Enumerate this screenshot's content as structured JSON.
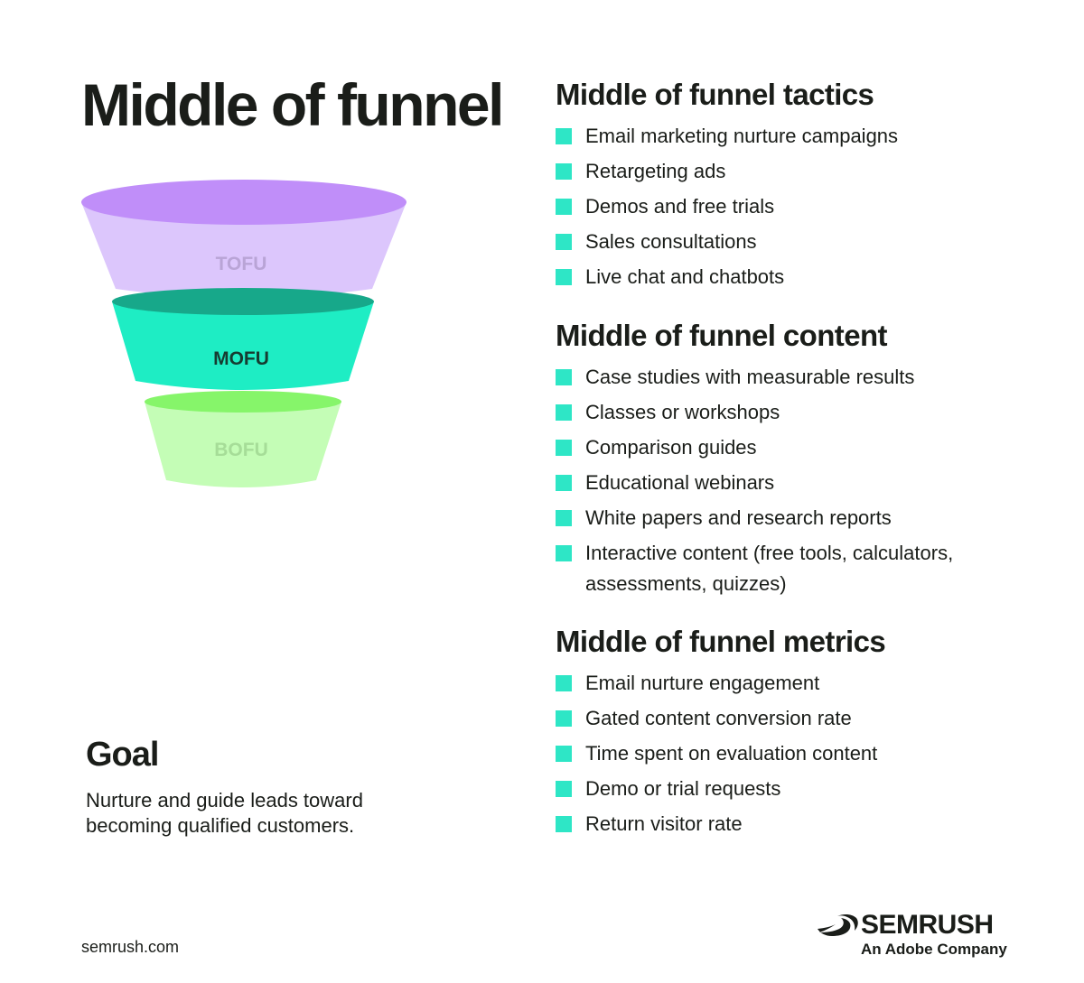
{
  "title": "Middle of funnel",
  "funnel": {
    "tofu": "TOFU",
    "mofu": "MOFU",
    "bofu": "BOFU",
    "colors": {
      "tofu_top": "#c08ef9",
      "tofu_body": "#dcc6fc",
      "mofu_top": "#17a88a",
      "mofu_body": "#1eedc4",
      "bofu_top": "#86f56a",
      "bofu_body": "#c4fdb6"
    }
  },
  "goal": {
    "title": "Goal",
    "text": "Nurture and guide leads toward becoming qualified customers."
  },
  "bullet_color": "#2ee6c6",
  "sections": [
    {
      "title": "Middle of funnel tactics",
      "items": [
        "Email marketing nurture campaigns",
        "Retargeting ads",
        "Demos and free trials",
        "Sales consultations",
        "Live chat and chatbots"
      ]
    },
    {
      "title": "Middle of funnel content",
      "items": [
        "Case studies with measurable results",
        "Classes or workshops",
        "Comparison guides",
        "Educational webinars",
        "White papers and research reports",
        "Interactive content (free tools, calculators, assessments, quizzes)"
      ]
    },
    {
      "title": "Middle of funnel metrics",
      "items": [
        "Email nurture engagement",
        "Gated content conversion rate",
        "Time spent on evaluation content",
        "Demo or trial requests",
        "Return visitor rate"
      ]
    }
  ],
  "footer": {
    "url": "semrush.com",
    "brand": "SEMRUSH",
    "brand_sub": "An Adobe Company",
    "logo_icon": "semrush-fireball-icon"
  }
}
